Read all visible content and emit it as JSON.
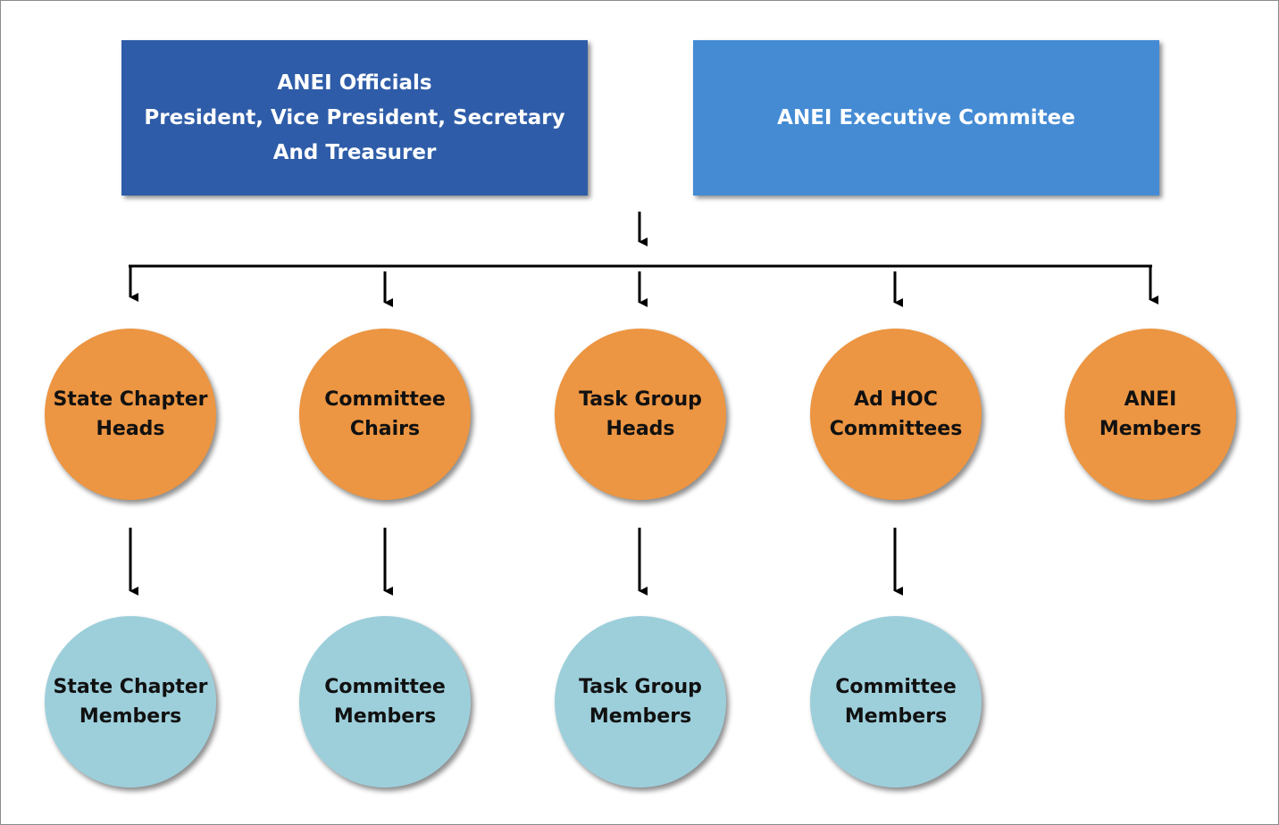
{
  "top": {
    "officials": {
      "line1": "ANEI Officials",
      "line2": "President, Vice President, Secretary",
      "line3": "And Treasurer",
      "color": "#2e5ca8"
    },
    "executive": {
      "label": "ANEI Executive Commitee",
      "color": "#448bd4"
    }
  },
  "level1": [
    {
      "line1": "State Chapter",
      "line2": "Heads"
    },
    {
      "line1": "Committee",
      "line2": "Chairs"
    },
    {
      "line1": "Task Group",
      "line2": "Heads"
    },
    {
      "line1": "Ad HOC",
      "line2": "Committees"
    },
    {
      "line1": "ANEI",
      "line2": "Members"
    }
  ],
  "level2": [
    {
      "line1": "State Chapter",
      "line2": "Members"
    },
    {
      "line1": "Committee",
      "line2": "Members"
    },
    {
      "line1": "Task Group",
      "line2": "Members"
    },
    {
      "line1": "Committee",
      "line2": "Members"
    }
  ],
  "colors": {
    "level1_fill": "#ec9542",
    "level2_fill": "#9dcfdb",
    "connector": "#000000"
  }
}
